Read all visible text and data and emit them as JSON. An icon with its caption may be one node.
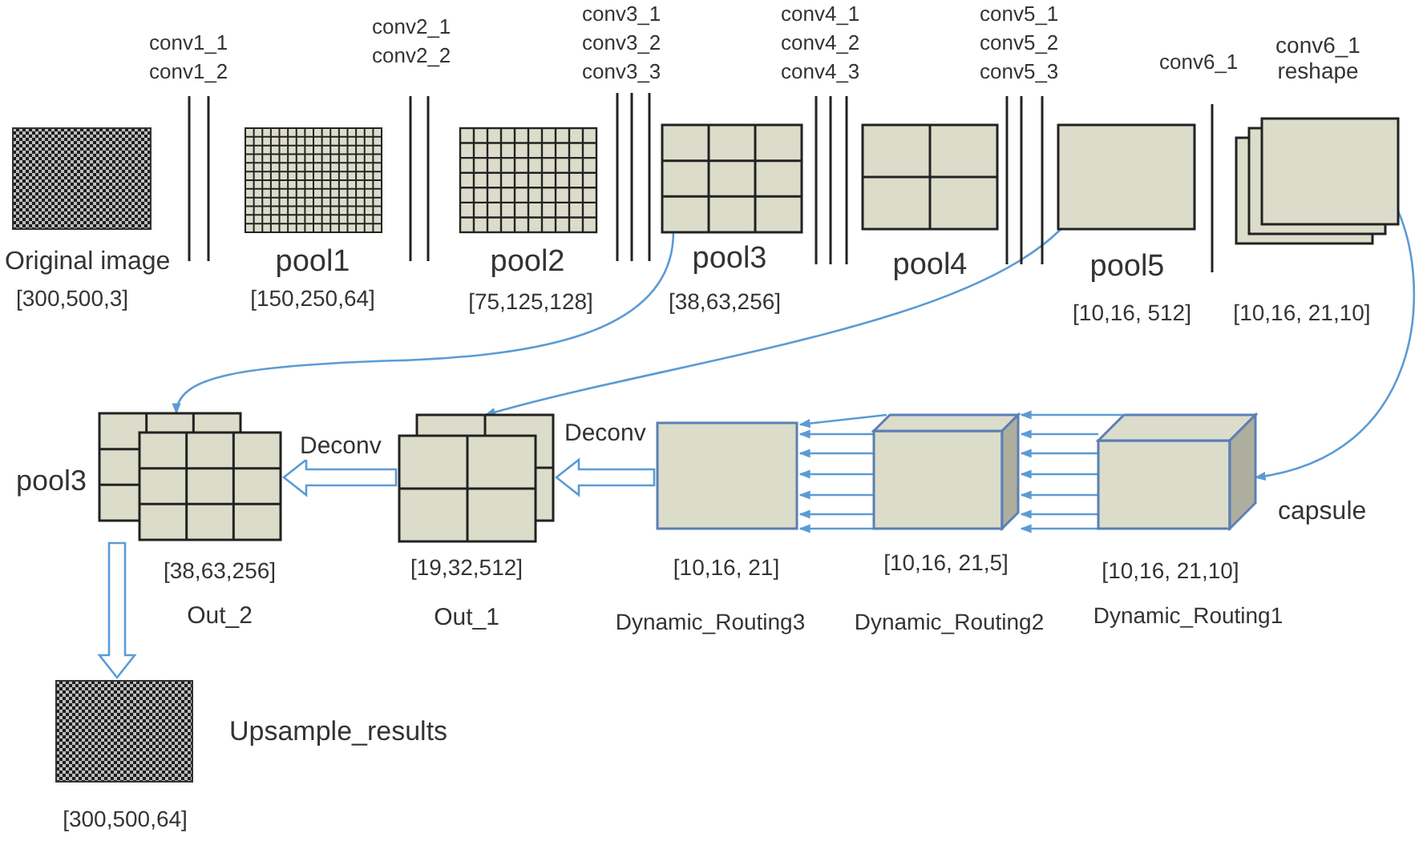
{
  "diagram": {
    "nodes": [
      {
        "text": [
          "Original image"
        ],
        "beside": [
          "[300,500,3]"
        ]
      },
      {
        "text": [
          "pool1"
        ],
        "beside": [
          "[150,250,64]"
        ]
      },
      {
        "text": [
          "pool2"
        ],
        "beside": [
          "[75,125,128]"
        ]
      },
      {
        "text": [
          "pool3"
        ],
        "beside": [
          "[38,63,256]"
        ]
      },
      {
        "text": [
          "pool4"
        ]
      },
      {
        "text": [
          "pool5"
        ],
        "beside": [
          "[10,16, 512]"
        ]
      },
      {
        "text": [
          "conv6_1 reshape"
        ],
        "beside": [
          "[10,16, 21,10]"
        ]
      },
      {
        "text": [
          "pool3"
        ],
        "beside": [
          "[38,63,256]",
          "Out_2"
        ]
      },
      {
        "text": [
          "Out_1"
        ],
        "beside": [
          "[19,32,512]"
        ]
      },
      {
        "text": [
          "Dynamic_Routing3"
        ],
        "beside": [
          "[10,16, 21]"
        ]
      },
      {
        "text": [
          "Dynamic_Routing2"
        ],
        "beside": [
          "[10,16, 21,5]"
        ]
      },
      {
        "text": [
          "Dynamic_Routing1"
        ],
        "beside": [
          "capsule",
          "[10,16, 21,10]"
        ]
      },
      {
        "text": [
          "Upsample_results"
        ],
        "beside": [
          "[300,500,64]"
        ]
      }
    ],
    "edges": [
      {
        "from": 3,
        "to": 7,
        "arrow": "to"
      },
      {
        "from": 5,
        "to": 8,
        "arrow": "to"
      },
      {
        "from": 6,
        "to": 11,
        "arrow": "to"
      },
      {
        "from": 8,
        "to": 7,
        "arrow": "to",
        "label": "Deconv"
      },
      {
        "from": 9,
        "to": 8,
        "arrow": "to",
        "label": "Deconv"
      },
      {
        "from": 10,
        "to": 9,
        "arrow": "to"
      },
      {
        "from": 11,
        "to": 10,
        "arrow": "to"
      },
      {
        "from": 7,
        "to": 12,
        "arrow": "to"
      }
    ],
    "labels": [
      "conv1_1",
      "conv1_2",
      "conv2_1",
      "conv2_2",
      "conv3_1",
      "conv3_2",
      "conv3_3",
      "conv4_1",
      "conv4_2",
      "conv4_3",
      "conv5_1",
      "conv5_2",
      "conv5_3",
      "conv6_1"
    ]
  }
}
